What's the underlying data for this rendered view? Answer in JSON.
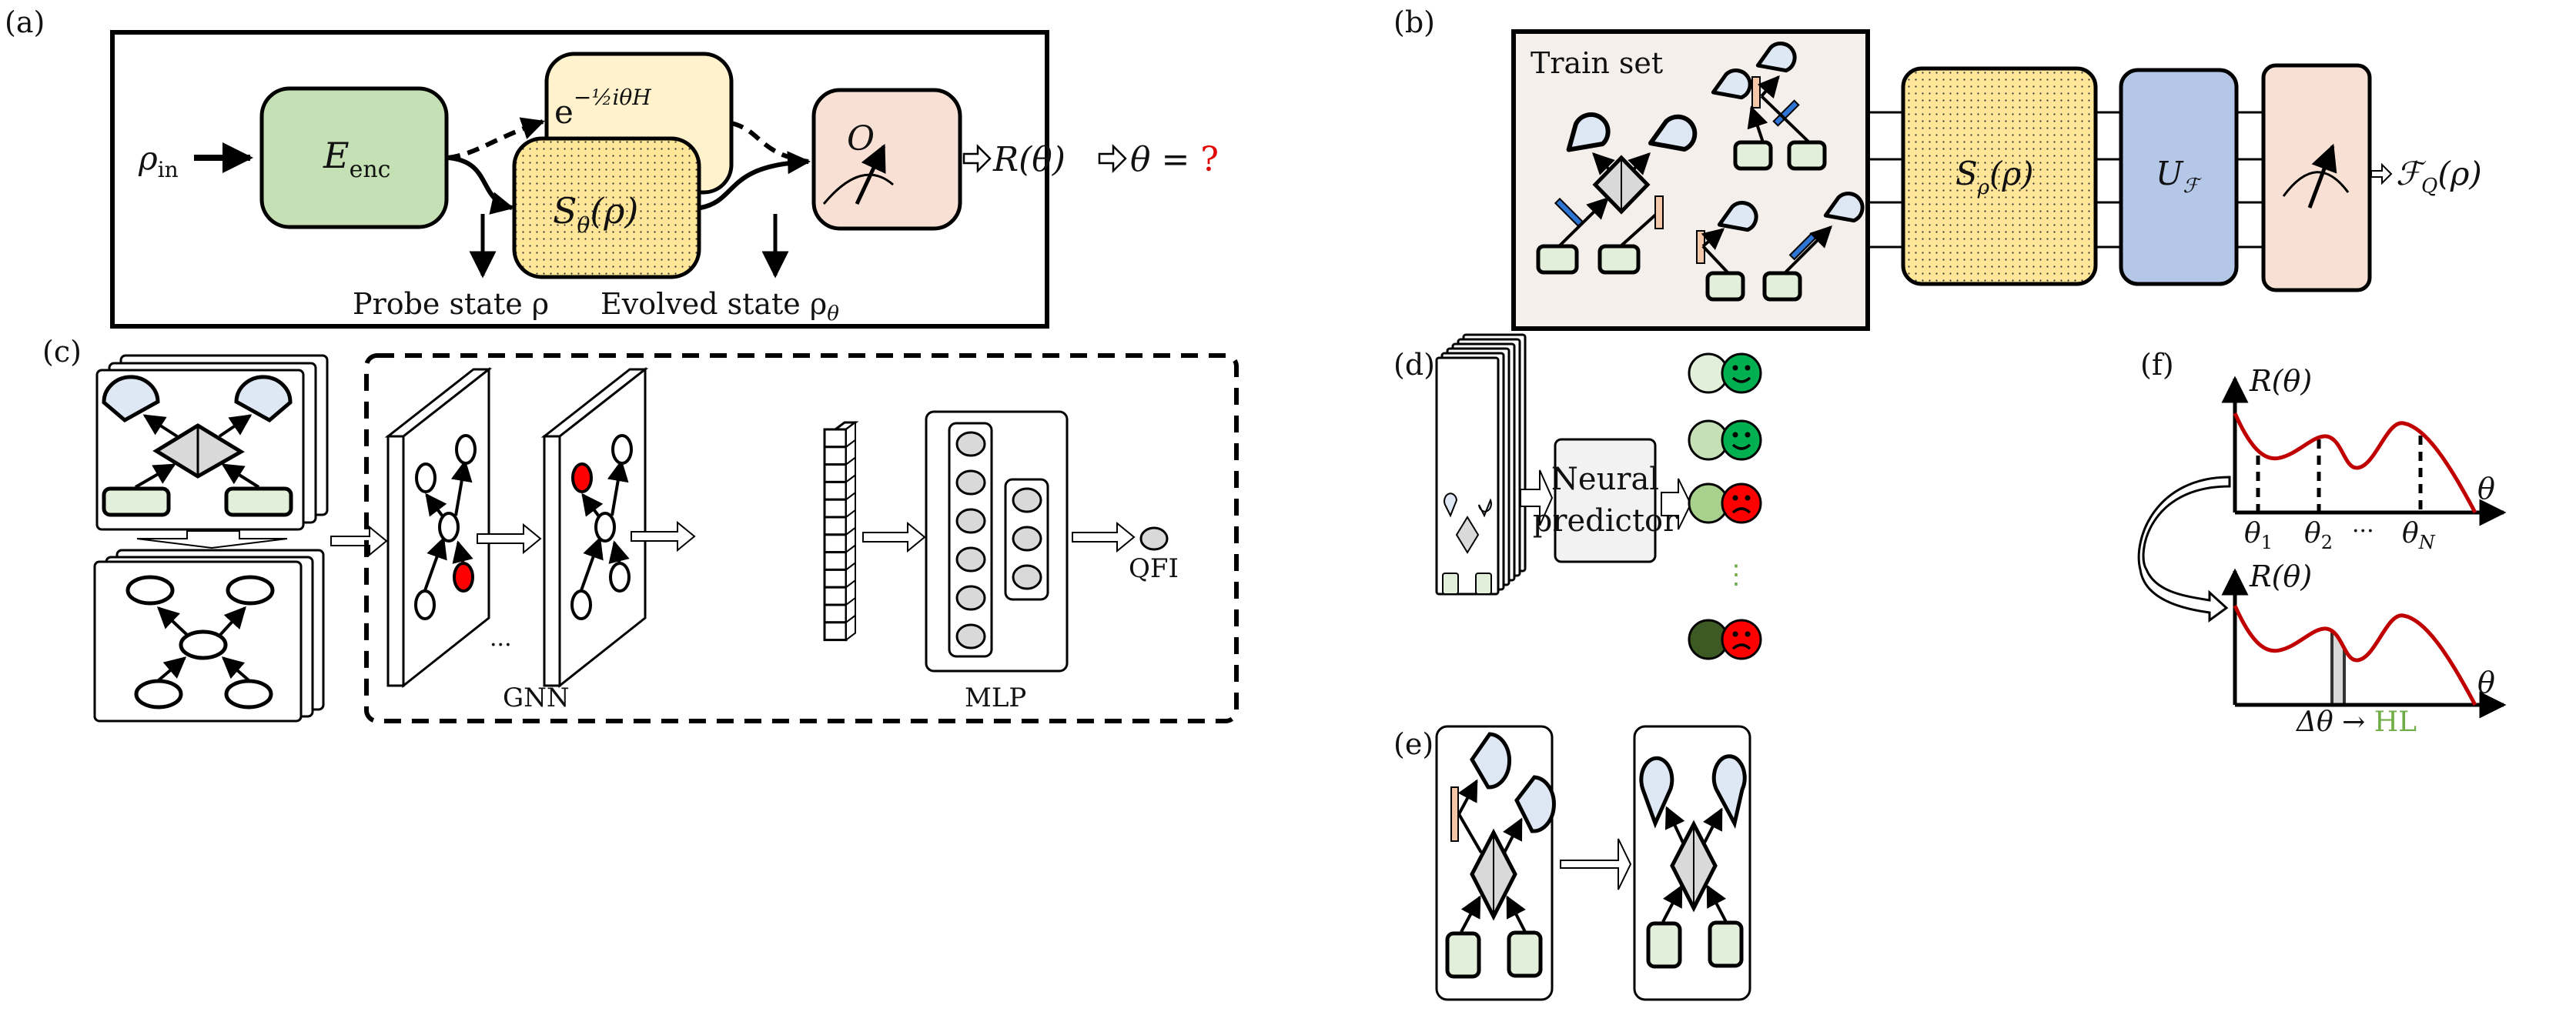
{
  "colors": {
    "encoder_green": "#c5e0b4",
    "hamiltonian_cream": "#fff2cc",
    "sensor_yellow": "#ffe699",
    "measure_peach": "#f8e1d4",
    "trainset_bg": "#f5efec",
    "unitary_blue": "#b4c7e7",
    "detector_blue": "#dde8f4",
    "source_green": "#e2efda",
    "splitter_gray": "#d9d9d9",
    "waveplate_blue": "#2e75d6",
    "phase_peach": "#f4c7a8",
    "predictor_gray": "#f2f2f2",
    "highlight_red": "#ff0000",
    "curve_red": "#c00000",
    "hl_green": "#70ad47",
    "happy_green": "#00b050",
    "sad_red": "#ff0000"
  },
  "panel_a": {
    "label": "(a)",
    "rho_in": "ρ",
    "rho_in_sub": "in",
    "encoder": "E",
    "encoder_sub": "enc",
    "hamiltonian_base": "e",
    "hamiltonian_exp": "−½iθH",
    "sensor": "S",
    "sensor_sub": "θ",
    "sensor_arg": "(ρ)",
    "observable": "O",
    "readout": "R(θ)",
    "query_lhs": "θ =",
    "query_mark": "?",
    "probe_label": "Probe state ρ",
    "evolved_label": "Evolved state ρ",
    "evolved_sub": "θ"
  },
  "panel_b": {
    "label": "(b)",
    "train_set": "Train set",
    "sensor": "S",
    "sensor_sub": "ρ",
    "sensor_arg": "(ρ)",
    "unitary": "U",
    "unitary_sub": "ℱ",
    "fisher": "ℱ",
    "fisher_sub": "Q",
    "fisher_arg": "(ρ)"
  },
  "panel_c": {
    "label": "(c)",
    "gnn_label": "GNN",
    "mlp_label": "MLP",
    "output_label": "QFI",
    "ellipsis": "···"
  },
  "panel_d": {
    "label": "(d)",
    "predictor_line1": "Neural",
    "predictor_line2": "predictor",
    "vertical_ellipsis": "⋮",
    "results": [
      {
        "score_color": "#e2efda",
        "verdict": "happy"
      },
      {
        "score_color": "#c5e0b4",
        "verdict": "happy"
      },
      {
        "score_color": "#a9d18e",
        "verdict": "sad"
      },
      {
        "score_color": "#3d5a25",
        "verdict": "sad"
      }
    ]
  },
  "panel_e": {
    "label": "(e)"
  },
  "panel_f": {
    "label": "(f)",
    "ylabel": "R(θ)",
    "xlabel": "θ",
    "theta_1": "θ",
    "theta_1_sub": "1",
    "theta_2": "θ",
    "theta_2_sub": "2",
    "dots": "···",
    "theta_n": "θ",
    "theta_n_sub": "N",
    "delta_theta": "Δθ",
    "arrow_to": "→",
    "hl": "HL"
  }
}
